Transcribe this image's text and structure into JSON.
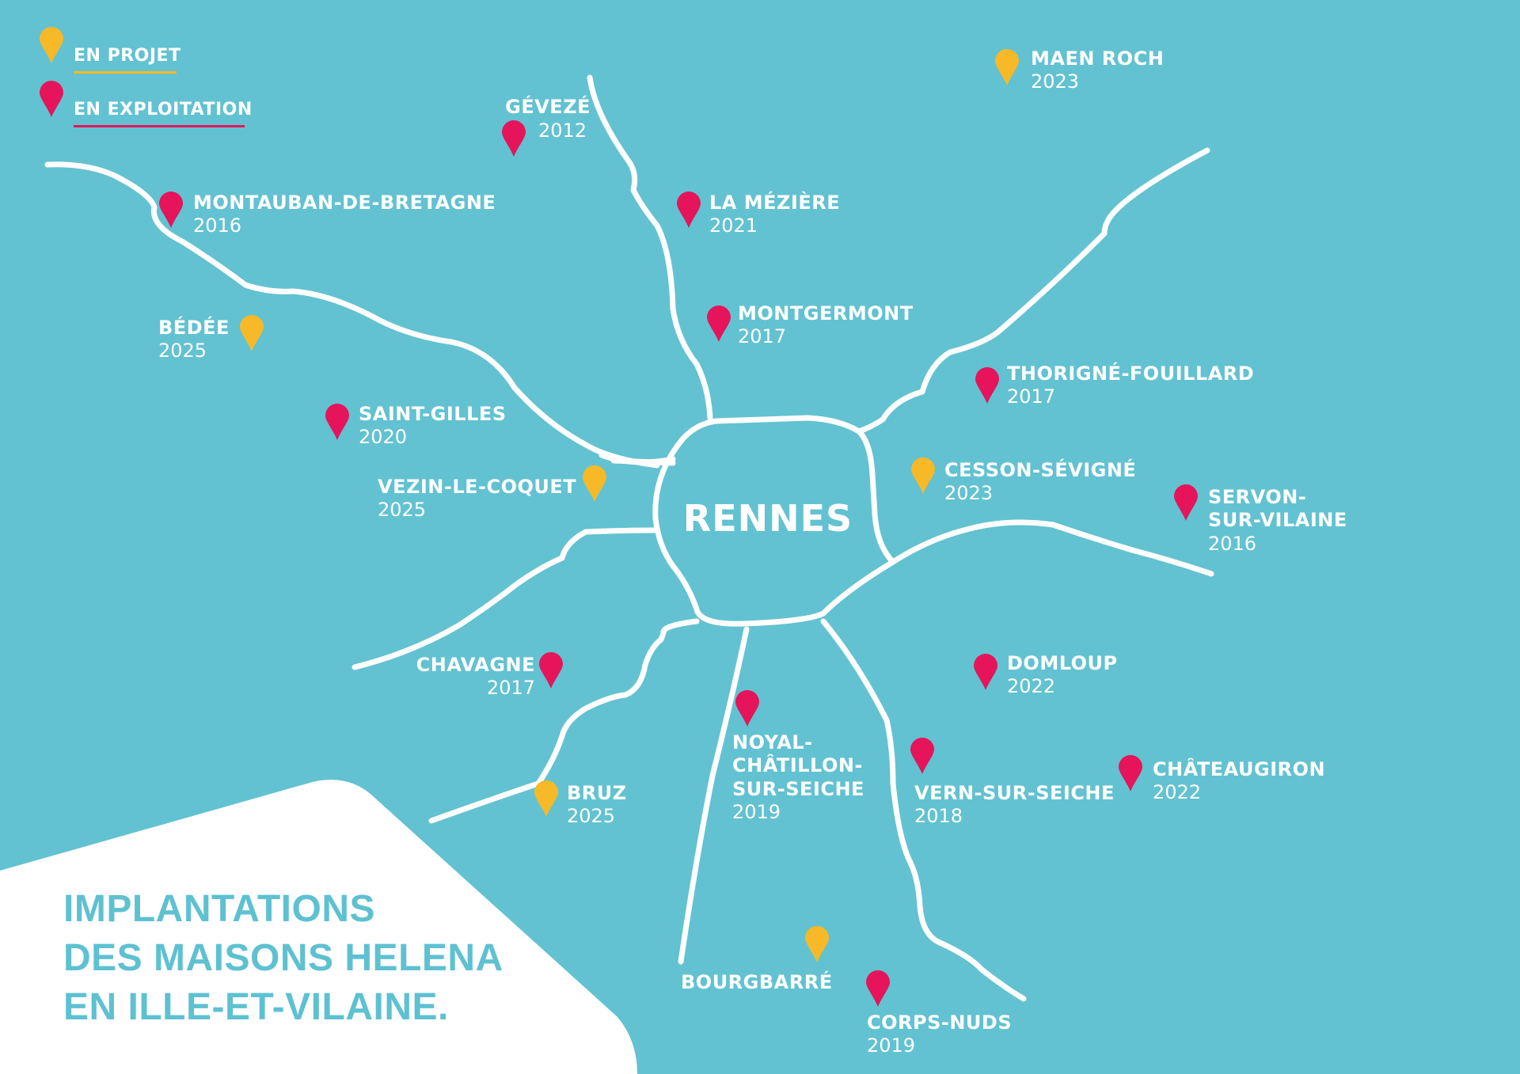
{
  "colors": {
    "background": "#62c2d1",
    "road": "#ffffff",
    "projet": "#f7b928",
    "exploitation": "#e5145b",
    "title": "#5ec1d1",
    "panel": "#ffffff"
  },
  "legend": {
    "projet_label": "EN PROJET",
    "exploitation_label": "EN EXPLOITATION"
  },
  "center_city": "RENNES",
  "title_lines": [
    "IMPLANTATIONS",
    "DES MAISONS HELENA",
    "EN ILLE-ET-VILAINE."
  ],
  "locations": [
    {
      "name": "MAEN ROCH",
      "year": "2023",
      "status": "projet"
    },
    {
      "name": "GÉVEZÉ",
      "year": "2012",
      "status": "exploitation"
    },
    {
      "name": "MONTAUBAN-DE-BRETAGNE",
      "year": "2016",
      "status": "exploitation"
    },
    {
      "name": "LA MÉZIÈRE",
      "year": "2021",
      "status": "exploitation"
    },
    {
      "name": "BÉDÉE",
      "year": "2025",
      "status": "projet"
    },
    {
      "name": "MONTGERMONT",
      "year": "2017",
      "status": "exploitation"
    },
    {
      "name": "THORIGNÉ-FOUILLARD",
      "year": "2017",
      "status": "exploitation"
    },
    {
      "name": "SAINT-GILLES",
      "year": "2020",
      "status": "exploitation"
    },
    {
      "name": "CESSON-SÉVIGNÉ",
      "year": "2023",
      "status": "projet"
    },
    {
      "name": "VEZIN-LE-COQUET",
      "year": "2025",
      "status": "projet"
    },
    {
      "name": "SERVON-SUR-VILAINE",
      "name_lines": [
        "SERVON-",
        "SUR-VILAINE"
      ],
      "year": "2016",
      "status": "exploitation"
    },
    {
      "name": "CHAVAGNE",
      "year": "2017",
      "status": "exploitation"
    },
    {
      "name": "DOMLOUP",
      "year": "2022",
      "status": "exploitation"
    },
    {
      "name": "NOYAL-CHÂTILLON-SUR-SEICHE",
      "name_lines": [
        "NOYAL-",
        "CHÂTILLON-",
        "SUR-SEICHE"
      ],
      "year": "2019",
      "status": "exploitation"
    },
    {
      "name": "CHÂTEAUGIRON",
      "year": "2022",
      "status": "exploitation"
    },
    {
      "name": "VERN-SUR-SEICHE",
      "year": "2018",
      "status": "exploitation"
    },
    {
      "name": "BRUZ",
      "year": "2025",
      "status": "projet"
    },
    {
      "name": "BOURGBARRÉ",
      "year": "",
      "status": "projet"
    },
    {
      "name": "CORPS-NUDS",
      "year": "2019",
      "status": "exploitation"
    }
  ]
}
